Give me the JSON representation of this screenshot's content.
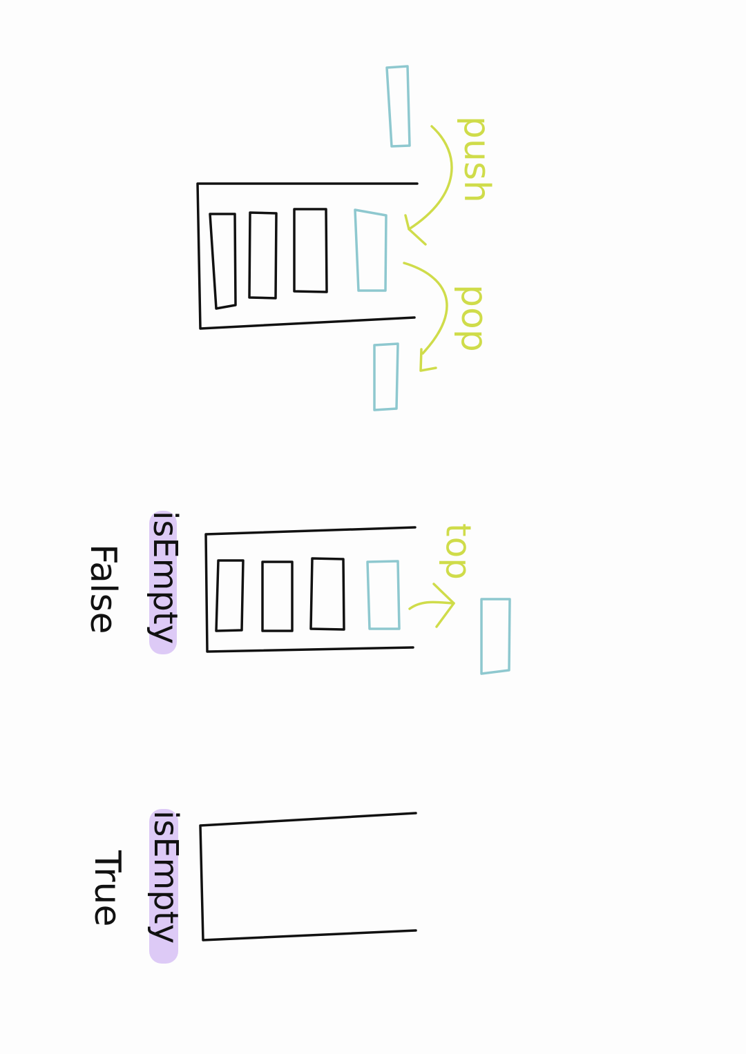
{
  "colors": {
    "background": "#fdfdfd",
    "ink": "#111111",
    "element": "#8ec8cf",
    "arrow": "#cfdc4a",
    "highlight": "#d9c4f5"
  },
  "diagram_1": {
    "push_label": "push",
    "pop_label": "pop"
  },
  "diagram_2": {
    "top_label": "top",
    "isempty_label": "isEmpty",
    "result_label": "False"
  },
  "diagram_3": {
    "isempty_label": "isEmpty",
    "result_label": "True"
  }
}
